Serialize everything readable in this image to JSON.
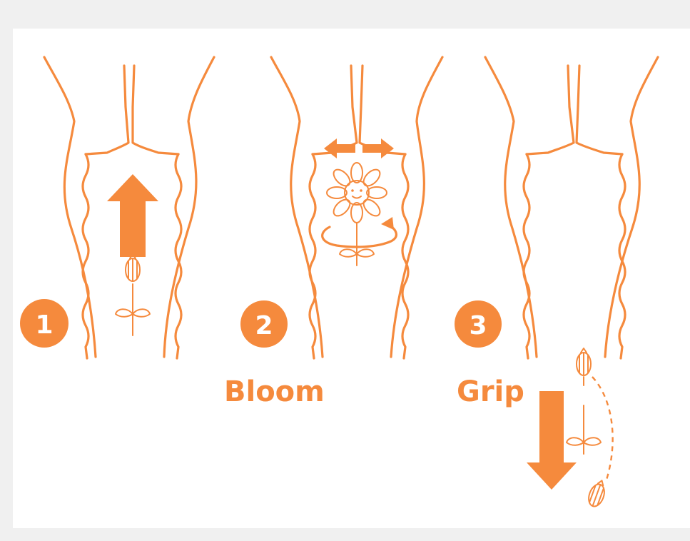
{
  "steps": [
    {
      "number": "1",
      "label": ""
    },
    {
      "number": "2",
      "label": "Bloom"
    },
    {
      "number": "3",
      "label": "Grip"
    }
  ],
  "colors": {
    "accent": "#f58a3d",
    "background": "#f0f0f0",
    "panel": "#ffffff"
  }
}
